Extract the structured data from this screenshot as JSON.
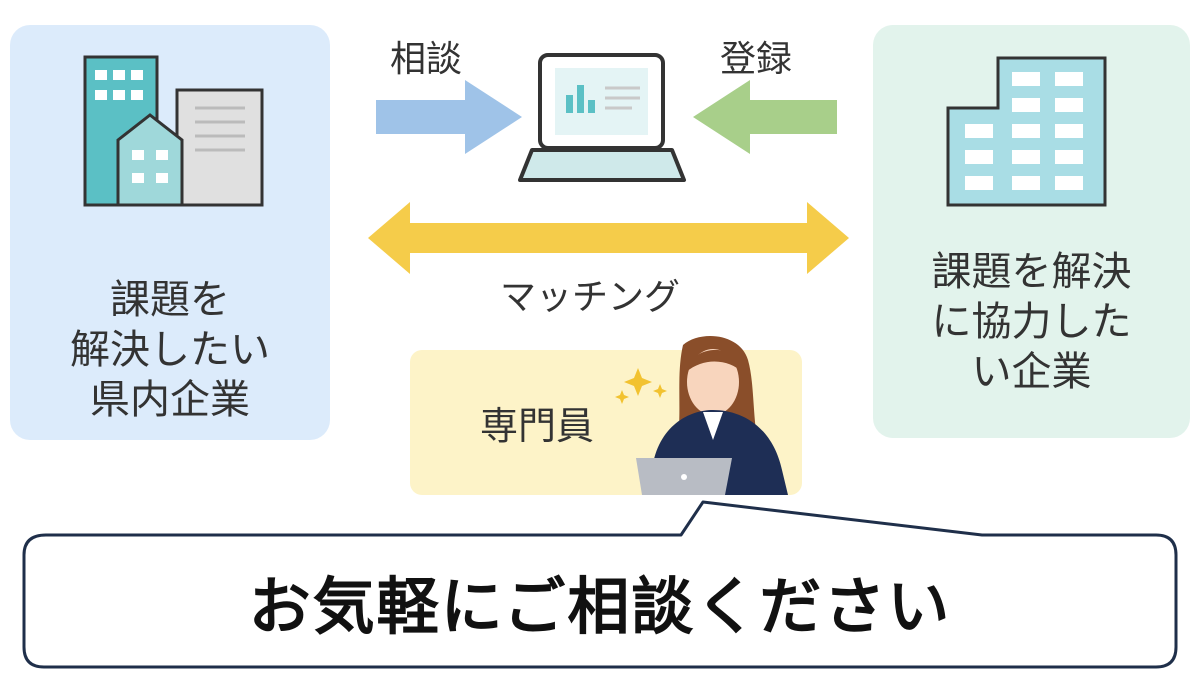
{
  "labels": {
    "consult": "相談",
    "register": "登録",
    "matching": "マッチング"
  },
  "left_panel": {
    "lines": [
      "課題を",
      "解決したい",
      "県内企業"
    ]
  },
  "right_panel": {
    "lines": [
      "課題を解決",
      "に協力した",
      "い企業"
    ]
  },
  "specialist": {
    "label": "専門員"
  },
  "callout": {
    "text": "お気軽にご相談ください"
  },
  "colors": {
    "left_panel_bg": "#dcebfb",
    "right_panel_bg": "#e2f3ec",
    "specialist_bg": "#fdf3c8",
    "consult_arrow": "#9fc3e8",
    "register_arrow": "#a8cf8a",
    "matching_arrow": "#f5cc4a",
    "building_teal": "#5bc0c5",
    "callout_border": "#1f2f4a"
  },
  "icons": {
    "left": "buildings-icon",
    "center": "laptop-chart-icon",
    "right": "office-building-icon",
    "person": "specialist-person-icon"
  }
}
